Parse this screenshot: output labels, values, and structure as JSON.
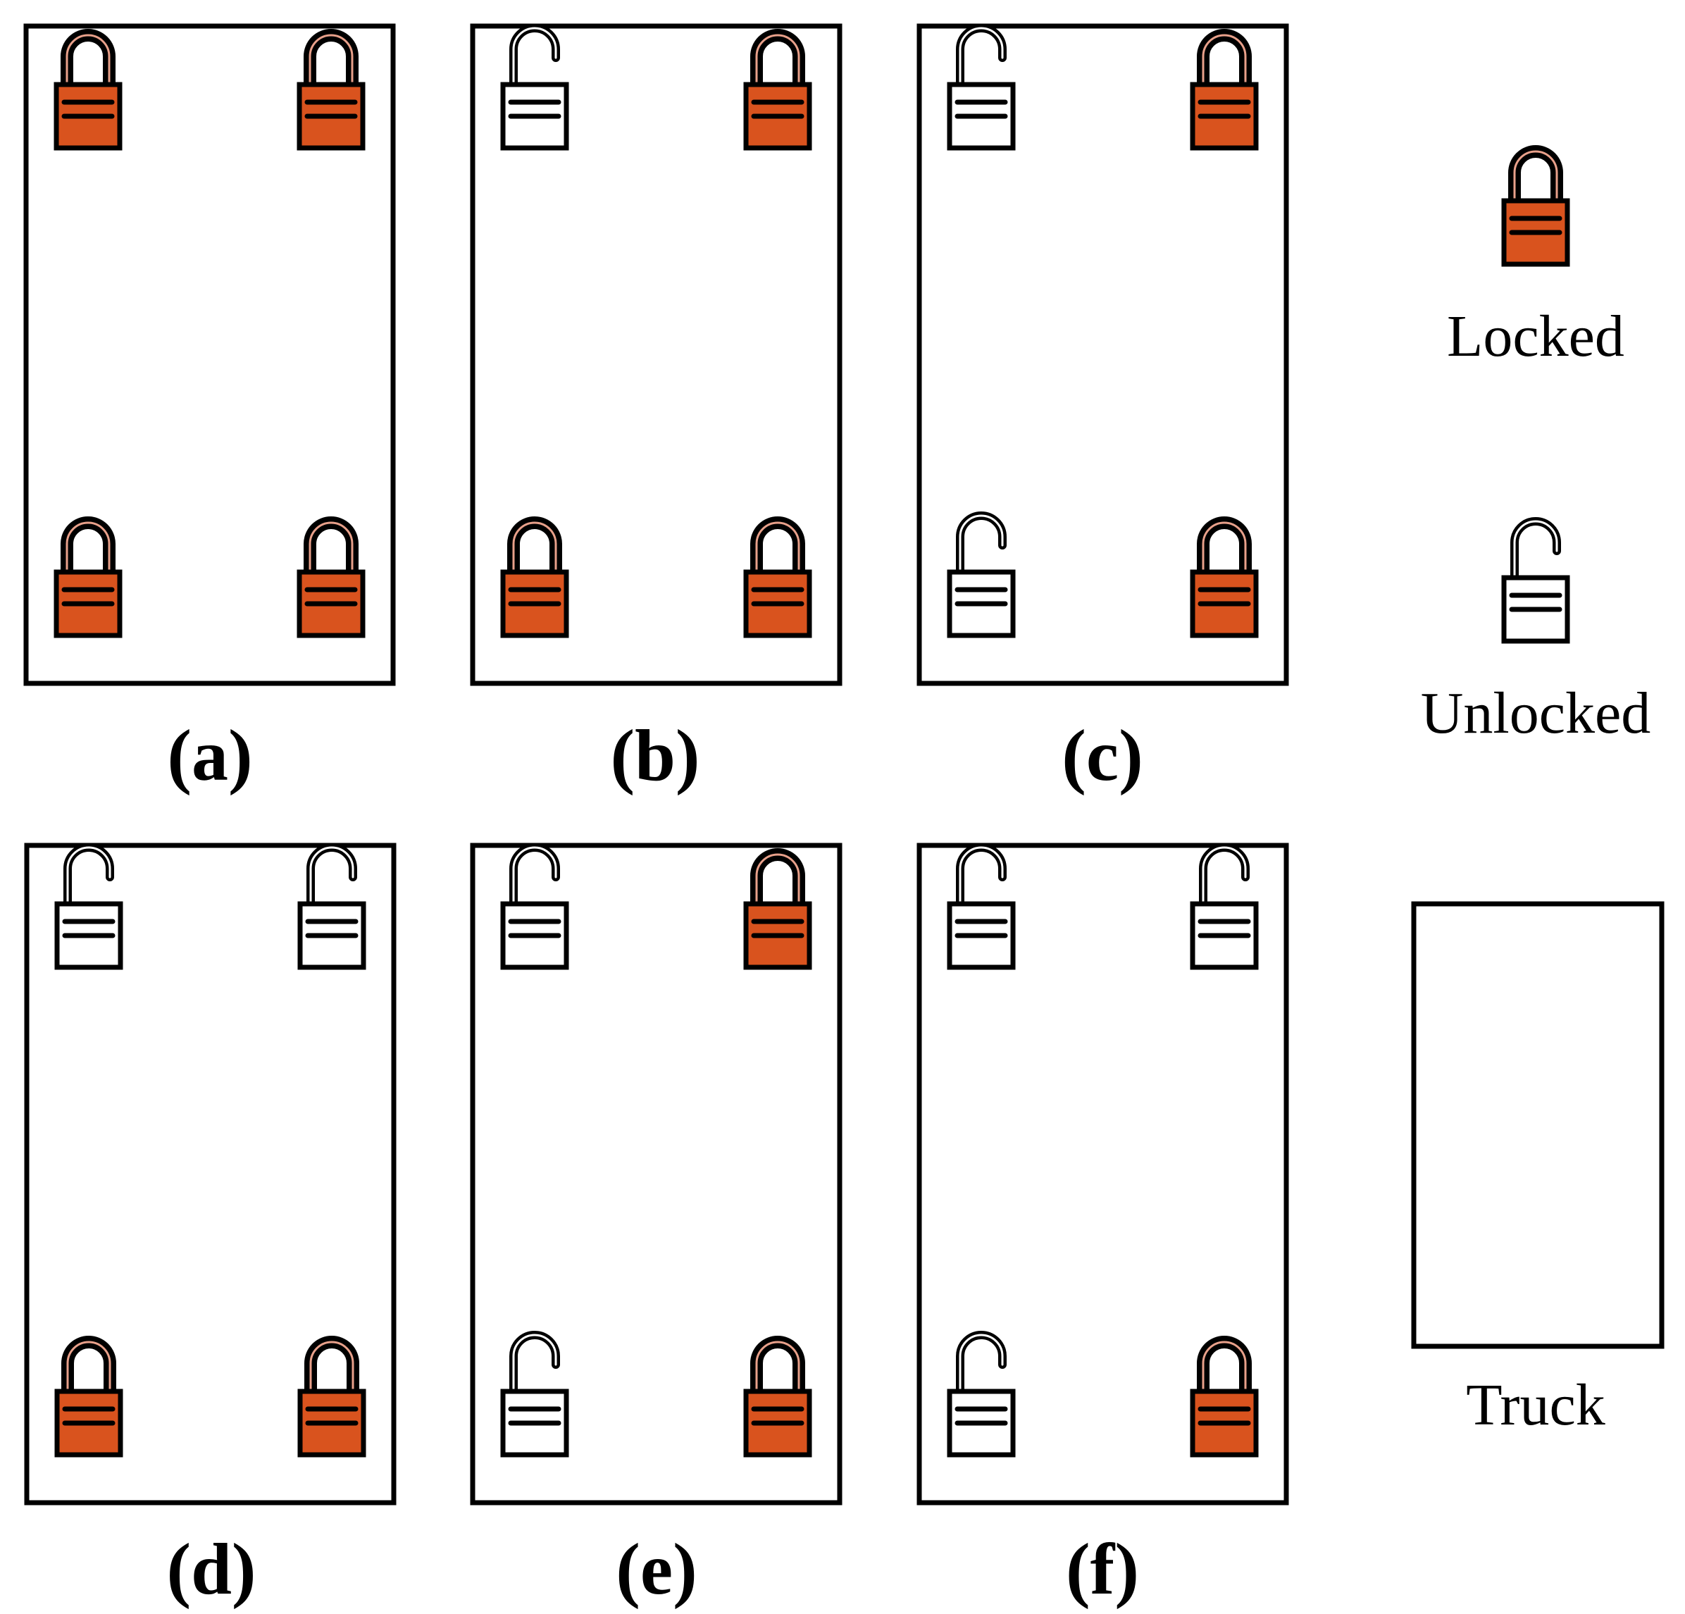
{
  "colors": {
    "locked_fill": "#D9531E",
    "unlocked_fill": "#FFFFFF",
    "outline": "#000000",
    "shackle_inner": "#E8A08A"
  },
  "icons": {
    "locked": "padlock-closed-icon",
    "unlocked": "padlock-open-icon"
  },
  "panels": [
    {
      "label": "(a)",
      "locks": {
        "top_left": "locked",
        "top_right": "locked",
        "bottom_left": "locked",
        "bottom_right": "locked"
      }
    },
    {
      "label": "(b)",
      "locks": {
        "top_left": "unlocked",
        "top_right": "locked",
        "bottom_left": "locked",
        "bottom_right": "locked"
      }
    },
    {
      "label": "(c)",
      "locks": {
        "top_left": "unlocked",
        "top_right": "locked",
        "bottom_left": "unlocked",
        "bottom_right": "locked"
      }
    },
    {
      "label": "(d)",
      "locks": {
        "top_left": "unlocked",
        "top_right": "unlocked",
        "bottom_left": "locked",
        "bottom_right": "locked"
      }
    },
    {
      "label": "(e)",
      "locks": {
        "top_left": "unlocked",
        "top_right": "locked",
        "bottom_left": "unlocked",
        "bottom_right": "locked"
      }
    },
    {
      "label": "(f)",
      "locks": {
        "top_left": "unlocked",
        "top_right": "unlocked",
        "bottom_left": "unlocked",
        "bottom_right": "locked"
      }
    }
  ],
  "legend": {
    "locked_label": "Locked",
    "unlocked_label": "Unlocked",
    "truck_label": "Truck"
  }
}
